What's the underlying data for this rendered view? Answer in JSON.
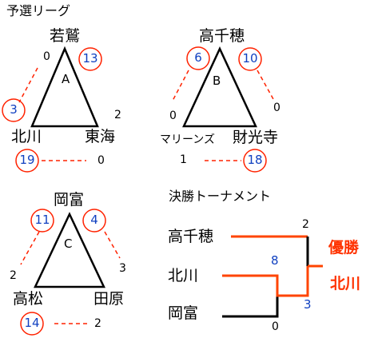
{
  "title": "予選リーグ",
  "groups": [
    {
      "id": "A",
      "top_team": "若鷲",
      "left_team": "北川",
      "right_team": "東海",
      "scores": {
        "top_vs_left_top": "0",
        "top_vs_left_left": "3",
        "top_vs_right_top": "13",
        "top_vs_right_right": "2",
        "left_vs_right_left": "19",
        "left_vs_right_right": "0"
      }
    },
    {
      "id": "B",
      "top_team": "高千穂",
      "left_team": "マリーンズ",
      "right_team": "財光寺",
      "scores": {
        "top_vs_left_top": "6",
        "top_vs_left_left": "0",
        "top_vs_right_top": "10",
        "top_vs_right_right": "0",
        "left_vs_right_left": "1",
        "left_vs_right_right": "18"
      }
    },
    {
      "id": "C",
      "top_team": "岡富",
      "left_team": "高松",
      "right_team": "田原",
      "scores": {
        "top_vs_left_top": "11",
        "top_vs_left_left": "2",
        "top_vs_right_top": "4",
        "top_vs_right_right": "3",
        "left_vs_right_left": "14",
        "left_vs_right_right": "2"
      }
    }
  ],
  "tournament": {
    "title": "決勝トーナメント",
    "teams": [
      "高千穂",
      "北川",
      "岡富"
    ],
    "semifinal": {
      "kitagawa": "8",
      "okatomi": "0"
    },
    "final": {
      "takachiho": "2",
      "kitagawa": "3"
    },
    "winner_label": "優勝",
    "winner_team": "北川"
  },
  "colors": {
    "circle": "#ff2200",
    "winner_line": "#ff4400",
    "score_blue": "#1040c0",
    "line": "#000000"
  }
}
